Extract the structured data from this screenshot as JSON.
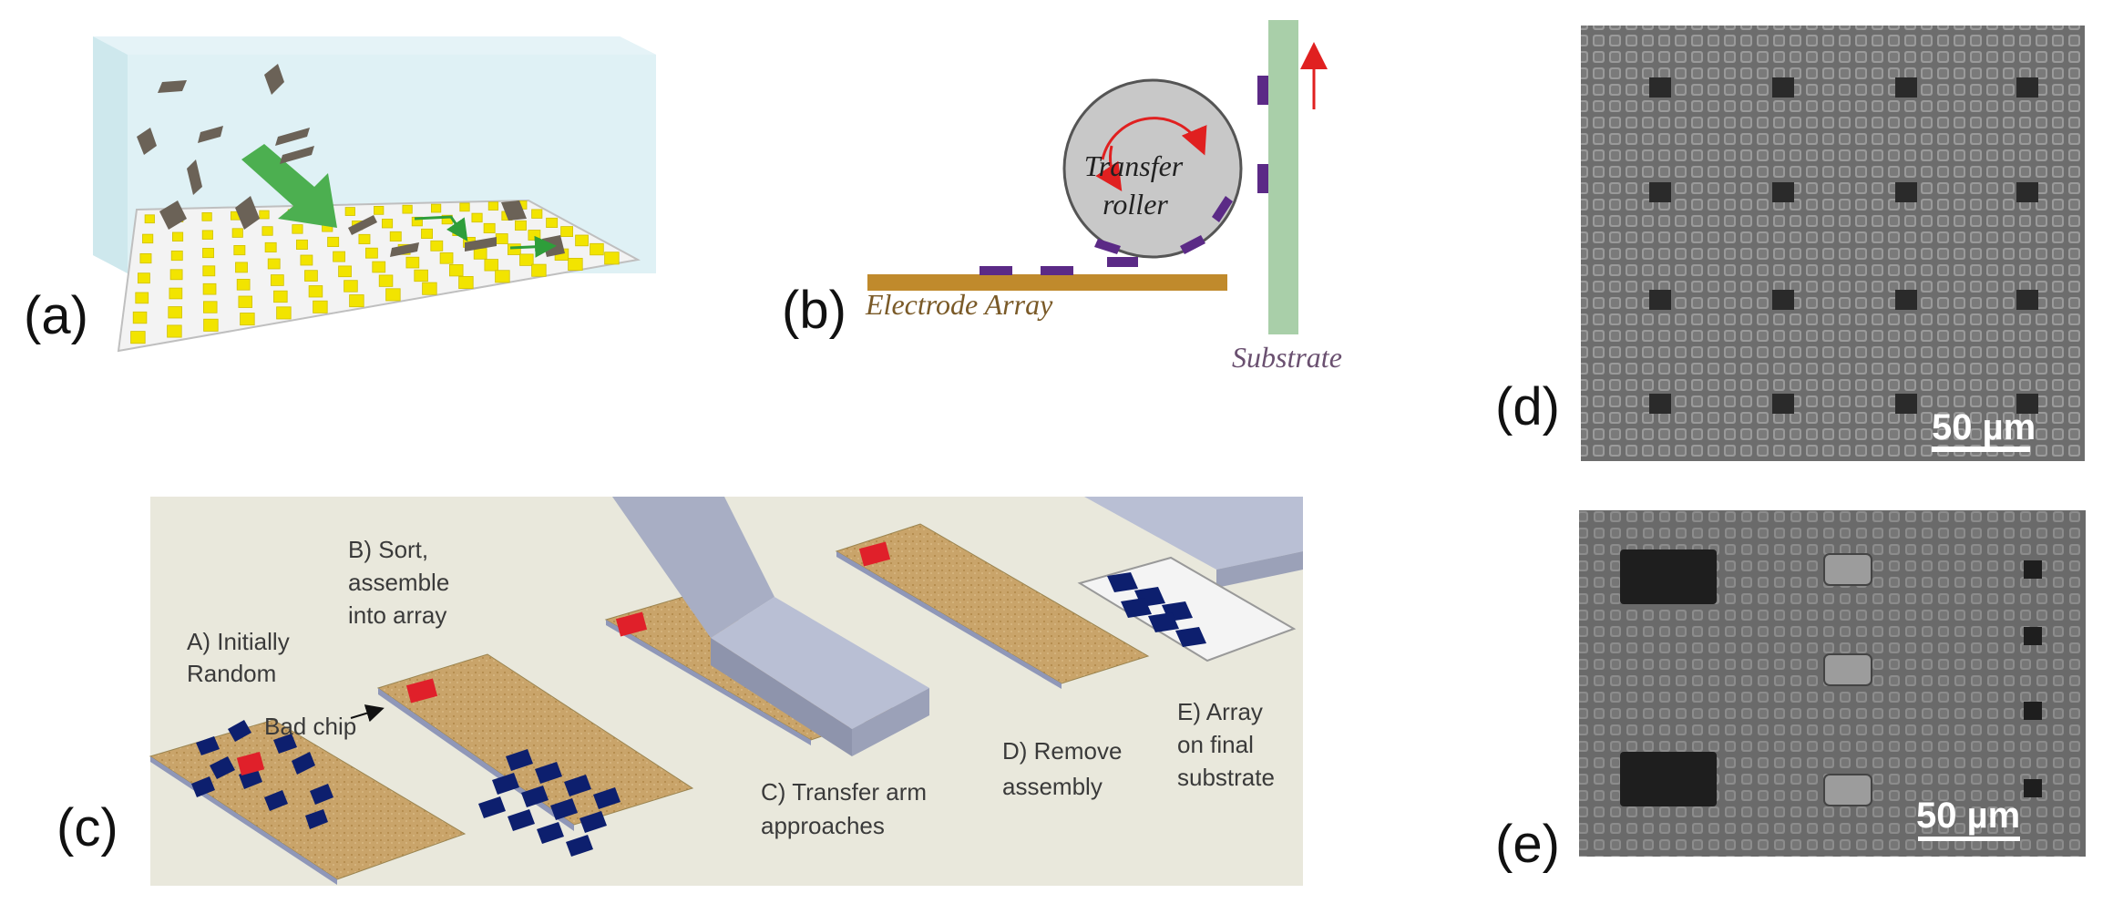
{
  "panels": {
    "a": {
      "label": "(a)"
    },
    "b": {
      "label": "(b)",
      "roller_line1": "Transfer",
      "roller_line2": "roller",
      "electrode_label": "Electrode Array",
      "substrate_label": "Substrate"
    },
    "c": {
      "label": "(c)",
      "stepA_line1": "A) Initially",
      "stepA_line2": "Random",
      "stepB_line1": "B) Sort,",
      "stepB_line2": "assemble",
      "stepB_line3": "into array",
      "bad_chip": "Bad chip",
      "stepC_line1": "C) Transfer arm",
      "stepC_line2": "approaches",
      "stepD_line1": "D) Remove",
      "stepD_line2": "assembly",
      "stepE_line1": "E) Array",
      "stepE_line2": "on final",
      "stepE_line3": "substrate"
    },
    "d": {
      "label": "(d)",
      "scale_bar": "50 µm"
    },
    "e": {
      "label": "(e)",
      "scale_bar": "50 µm"
    }
  },
  "colors": {
    "pad_yellow": "#f2e400",
    "chip_gray": "#6b6257",
    "arrow_green": "#4caf50",
    "electrode_brown": "#c08a2c",
    "substrate_green": "#a9cfa9",
    "chip_purple": "#5b2a86",
    "chip_navy": "#0d1f6e",
    "bad_chip_red": "#e0202a",
    "tan_substrate": "#c9a46a",
    "arm_gray": "#a8aec4"
  }
}
